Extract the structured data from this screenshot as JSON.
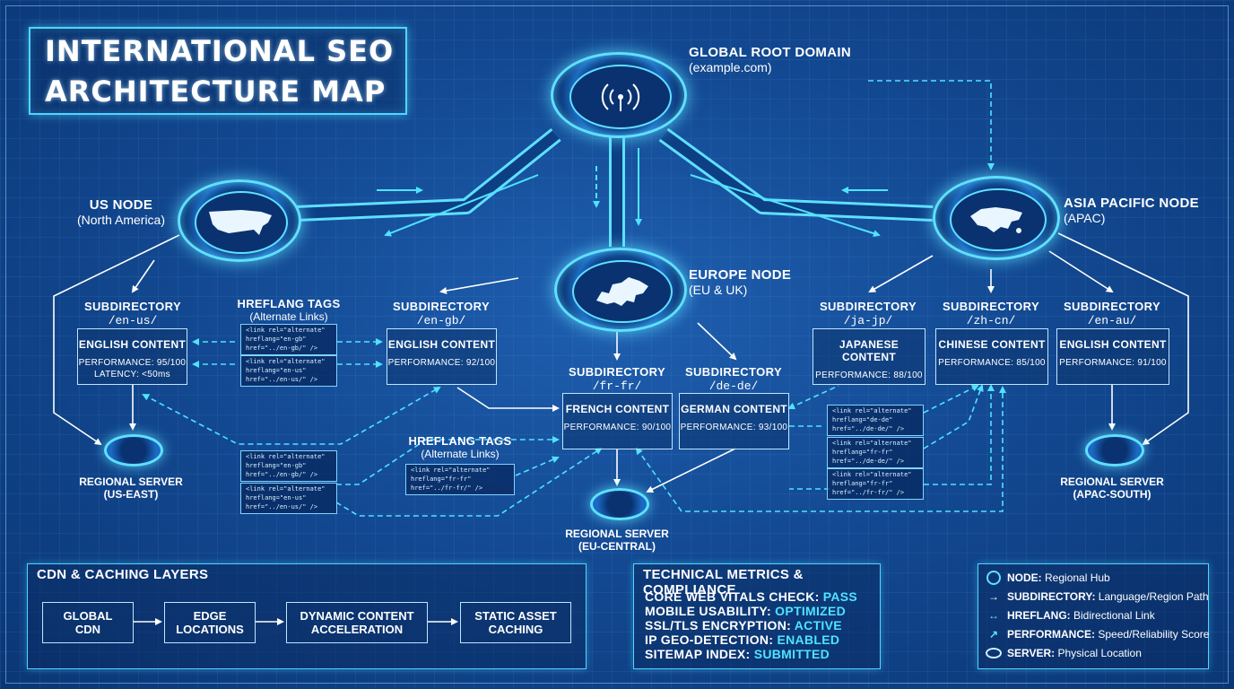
{
  "title": {
    "line1": "INTERNATIONAL SEO",
    "line2": "ARCHITECTURE MAP"
  },
  "root": {
    "name": "GLOBAL ROOT DOMAIN",
    "domain": "(example.com)",
    "icon": "broadcast-icon"
  },
  "us_node": {
    "name": "US NODE",
    "region": "(North America)",
    "icon": "usa-map-icon"
  },
  "europe_node": {
    "name": "EUROPE NODE",
    "region": "(EU & UK)",
    "icon": "europe-map-icon"
  },
  "apac_node": {
    "name": "ASIA PACIFIC NODE",
    "region": "(APAC)",
    "icon": "asia-map-icon"
  },
  "subdirectories": {
    "en_us": {
      "label": "SUBDIRECTORY",
      "path": "/en-us/",
      "content": "ENGLISH CONTENT",
      "performance": "PERFORMANCE: 95/100",
      "latency": "LATENCY: <50ms"
    },
    "en_gb": {
      "label": "SUBDIRECTORY",
      "path": "/en-gb/",
      "content": "ENGLISH CONTENT",
      "performance": "PERFORMANCE: 92/100"
    },
    "fr_fr": {
      "label": "SUBDIRECTORY",
      "path": "/fr-fr/",
      "content": "FRENCH CONTENT",
      "performance": "PERFORMANCE: 90/100"
    },
    "de_de": {
      "label": "SUBDIRECTORY",
      "path": "/de-de/",
      "content": "GERMAN CONTENT",
      "performance": "PERFORMANCE: 93/100"
    },
    "ja_jp": {
      "label": "SUBDIRECTORY",
      "path": "/ja-jp/",
      "content": "JAPANESE CONTENT",
      "performance": "PERFORMANCE: 88/100"
    },
    "zh_cn": {
      "label": "SUBDIRECTORY",
      "path": "/zh-cn/",
      "content": "CHINESE CONTENT",
      "performance": "PERFORMANCE: 85/100"
    },
    "en_au": {
      "label": "SUBDIRECTORY",
      "path": "/en-au/",
      "content": "ENGLISH CONTENT",
      "performance": "PERFORMANCE: 91/100"
    }
  },
  "hreflang_top": {
    "title": "HREFLANG TAGS",
    "subtitle": "(Alternate Links)"
  },
  "hreflang_mid": {
    "title": "HREFLANG TAGS",
    "subtitle": "(Alternate Links)"
  },
  "code_snippets": {
    "c1": "<link rel=\"alternate\"\nhreflang=\"en-gb\"\nhref=\"../en-gb/\" />",
    "c2": "<link rel=\"alternate\"\nhreflang=\"en-us\"\nhref=\"../en-us/\" />",
    "c3": "<link rel=\"alternate\"\nhreflang=\"en-gb\"\nhref=\"../en-gb/\" />",
    "c4": "<link rel=\"alternate\"\nhreflang=\"en-us\"\nhref=\"../en-us/\" />",
    "c5": "<link rel=\"alternate\"\nhreflang=\"fr-fr\"\nhref=\"../fr-fr/\" />",
    "c6": "<link rel=\"alternate\"\nhreflang=\"de-de\"\nhref=\"../de-de/\" />",
    "c7": "<link rel=\"alternate\"\nhreflang=\"fr-fr\"\nhref=\"../de-de/\" />",
    "c8": "<link rel=\"alternate\"\nhreflang=\"fr-fr\"\nhref=\"../fr-fr/\" />"
  },
  "servers": {
    "us": {
      "line1": "REGIONAL SERVER",
      "line2": "(US-EAST)"
    },
    "eu": {
      "line1": "REGIONAL SERVER",
      "line2": "(EU-CENTRAL)"
    },
    "apac": {
      "line1": "REGIONAL SERVER",
      "line2": "(APAC-SOUTH)"
    }
  },
  "cdn_panel": {
    "title": "CDN & CACHING LAYERS",
    "steps": [
      "GLOBAL\nCDN",
      "EDGE\nLOCATIONS",
      "DYNAMIC CONTENT\nACCELERATION",
      "STATIC ASSET\nCACHING"
    ]
  },
  "metrics_panel": {
    "title": "TECHNICAL METRICS & COMPLIANCE",
    "rows": [
      {
        "label": "CORE WEB VITALS CHECK:",
        "value": "PASS"
      },
      {
        "label": "MOBILE USABILITY:",
        "value": "OPTIMIZED"
      },
      {
        "label": "SSL/TLS ENCRYPTION:",
        "value": "ACTIVE"
      },
      {
        "label": "IP GEO-DETECTION:",
        "value": "ENABLED"
      },
      {
        "label": "SITEMAP INDEX:",
        "value": "SUBMITTED"
      }
    ]
  },
  "legend": {
    "rows": [
      {
        "icon": "ring-icon",
        "key": "NODE:",
        "desc": "Regional Hub"
      },
      {
        "icon": "arrow-right-icon",
        "key": "SUBDIRECTORY:",
        "desc": "Language/Region Path"
      },
      {
        "icon": "double-arrow-icon",
        "key": "HREFLANG:",
        "desc": "Bidirectional Link"
      },
      {
        "icon": "trend-icon",
        "key": "PERFORMANCE:",
        "desc": "Speed/Reliability Score"
      },
      {
        "icon": "server-icon",
        "key": "SERVER:",
        "desc": "Physical Location"
      }
    ]
  },
  "colors": {
    "accent": "#4fe3ff",
    "background": "#134a93",
    "line": "#5fe0ff"
  }
}
